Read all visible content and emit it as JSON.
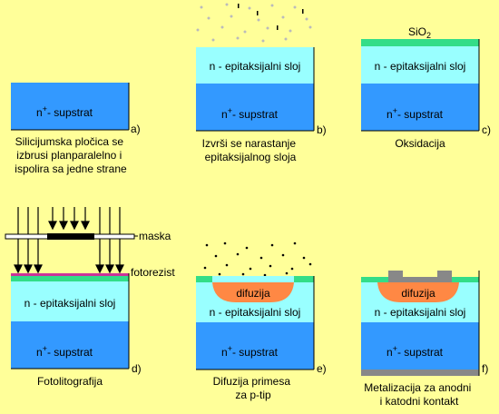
{
  "panels": [
    {
      "letter": "a)",
      "substrate": "n+- supstrat",
      "caption": [
        "Silicijumska pločica se",
        "izbrusi planparalelno i",
        "ispolira sa jedne strane"
      ]
    },
    {
      "letter": "b)",
      "substrate": "n+- supstrat",
      "epi": "n - epitaksijalni sloj",
      "caption": [
        "Izvrši se narastanje",
        "epitaksijalnog sloja"
      ]
    },
    {
      "letter": "c)",
      "substrate": "n+- supstrat",
      "epi": "n - epitaksijalni sloj",
      "caption": [
        "Oksidacija"
      ],
      "oxide_label": "SiO",
      "oxide_sub": "2"
    },
    {
      "letter": "d)",
      "substrate": "n+- supstrat",
      "epi": "n - epitaksijalni sloj",
      "caption": [
        "Fotolitografija"
      ],
      "mask_label": "maska",
      "resist_label": "fotorezist"
    },
    {
      "letter": "e)",
      "substrate": "n+- supstrat",
      "epi": "n - epitaksijalni sloj",
      "caption": [
        "Difuzija primesa",
        "za p-tip"
      ],
      "diffusion": "difuzija"
    },
    {
      "letter": "f)",
      "substrate": "n+- supstrat",
      "epi": "n - epitaksijalni sloj",
      "caption": [
        "Metalizacija za anodni",
        "i katodni kontakt"
      ],
      "diffusion": "difuzija"
    }
  ],
  "colors": {
    "background": "#ffff99",
    "substrate": "#3399ff",
    "epi": "#99ffff",
    "oxide": "#33dd88",
    "photoresist": "#cc3399",
    "diffusion": "#ff8844",
    "metal": "#888888"
  }
}
